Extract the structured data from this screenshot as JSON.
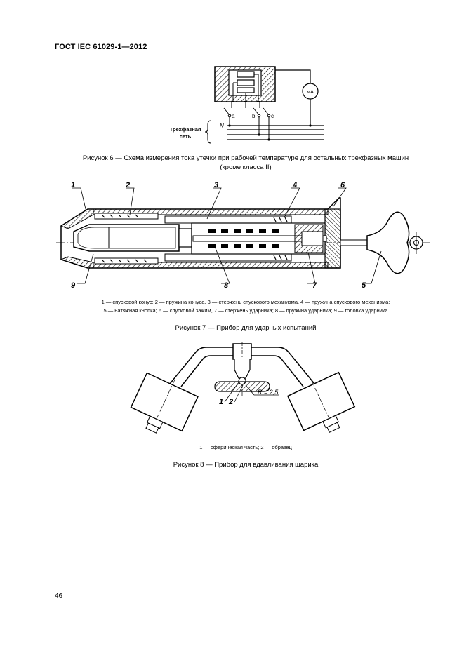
{
  "header": {
    "standard": "ГОСТ IEC 61029-1—2012"
  },
  "figure6": {
    "caption_line1": "Рисунок 6 — Схема измерения тока утечки при рабочей температуре для остальных трехфазных машин",
    "caption_line2": "(кроме класса II)",
    "net_label_line1": "Трехфазная",
    "net_label_line2": "сеть",
    "n_label": "N",
    "switch_a": "a",
    "switch_b": "b",
    "switch_c": "c",
    "meter": "мA"
  },
  "figure7": {
    "callouts": [
      "1",
      "2",
      "3",
      "4",
      "6",
      "9",
      "8",
      "7",
      "5"
    ],
    "legend_line1": "1 — спусковой конус; 2 — пружина конуса, 3 — стержень спускового механизма, 4 — пружина спускового механизма;",
    "legend_line2": "5 — натяжная кнопка; 6 — спусковой зажим, 7 — стержень ударника; 8 — пружина ударника; 9 — головка ударника",
    "caption": "Рисунок 7 — Прибор для ударных испытаний"
  },
  "figure8": {
    "callout1": "1",
    "callout2": "2",
    "radius": "R = 2,5",
    "legend": "1 — сферическая часть; 2 — образец",
    "caption": "Рисунок 8 — Прибор для вдавливания шарика"
  },
  "footer": {
    "page_number": "46"
  }
}
